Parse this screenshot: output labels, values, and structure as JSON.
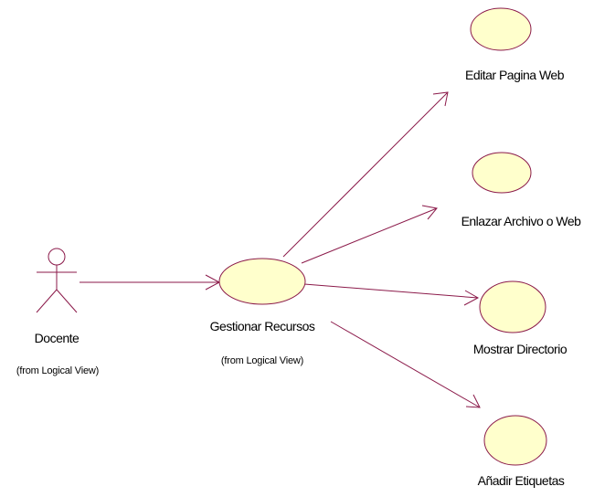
{
  "colors": {
    "line": "#8B1A4A",
    "usecase_fill": "#FFFFCC",
    "usecase_stroke": "#8B1A4A",
    "actor_stroke": "#8B1A4A"
  },
  "actor": {
    "name": "Docente",
    "stereotype": "(from Logical View)"
  },
  "main_usecase": {
    "name": "Gestionar Recursos",
    "stereotype": "(from Logical View)"
  },
  "usecases": [
    {
      "name": "Editar Pagina Web"
    },
    {
      "name": "Enlazar Archivo o Web"
    },
    {
      "name": "Mostrar Directorio"
    },
    {
      "name": "Añadir Etiquetas"
    }
  ]
}
